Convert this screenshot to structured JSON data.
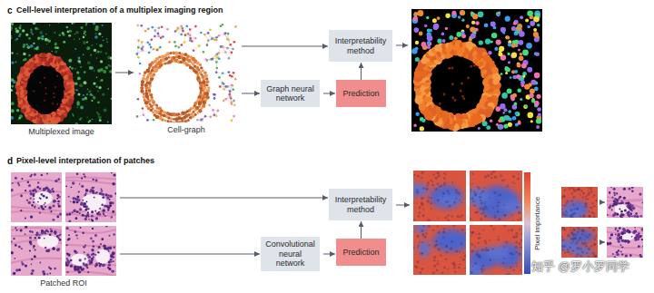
{
  "diagram": {
    "nodes": [
      {
        "text": [
          "Multiplexed image"
        ]
      },
      {
        "text": [
          "Cell-graph"
        ]
      },
      {
        "text": [
          "Interpretability method"
        ]
      },
      {
        "text": [
          "Graph neural network"
        ]
      },
      {
        "text": [
          "Prediction"
        ]
      },
      {
        "text": [
          "Patched ROI"
        ]
      },
      {
        "text": [
          "Interpretability method"
        ]
      },
      {
        "text": [
          "Convolutional neural network"
        ]
      },
      {
        "text": [
          "Prediction"
        ]
      }
    ],
    "edges": [
      {
        "from": 0,
        "to": 1,
        "arrow": "to"
      },
      {
        "from": 1,
        "to": 2,
        "arrow": "to"
      },
      {
        "from": 1,
        "to": 3,
        "arrow": "to"
      },
      {
        "from": 3,
        "to": 4,
        "arrow": "to"
      },
      {
        "from": 4,
        "to": 2,
        "arrow": "to"
      },
      {
        "from": 5,
        "to": 6,
        "arrow": "to"
      },
      {
        "from": 5,
        "to": 7,
        "arrow": "to"
      },
      {
        "from": 7,
        "to": 8,
        "arrow": "to"
      },
      {
        "from": 8,
        "to": 6,
        "arrow": "to"
      }
    ],
    "labels": [
      "c",
      "Cell-level interpretation of a multiplex imaging region",
      "d",
      "Pixel-level interpretation of patches",
      "Pixel importance",
      "知乎 @罗小罗同学"
    ]
  }
}
